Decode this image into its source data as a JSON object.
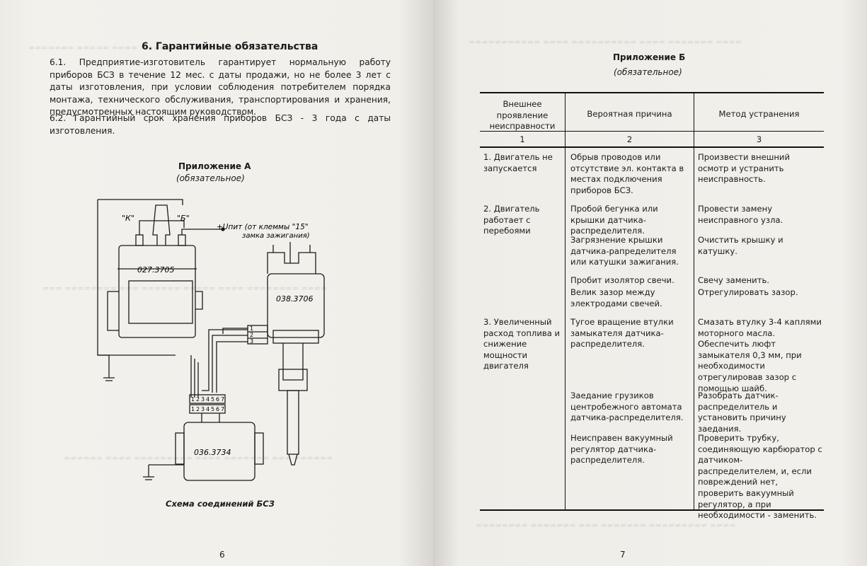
{
  "left_page": {
    "section_title": "6. Гарантийные обязательства",
    "paragraphs": [
      "6.1. Предприятие-изготовитель гарантирует нормальную работу приборов БСЗ в течение 12 мес. с даты продажи, но не более 3 лет с даты изготовления, при условии соблюдения потребителем порядка монтажа, технического обслуживания, транспортирования и хранения, предусмотренных настоящим руководством.",
      "6.2. Гарантийный срок хранения приборов БСЗ - 3 года с даты изготовления."
    ],
    "appendix_title": "Приложение А",
    "appendix_subtitle": "(обязательное)",
    "diagram": {
      "coil_label": "027.3705",
      "distributor_label": "038.3706",
      "switch_label": "036.3734",
      "terminal_k": "\"К\"",
      "terminal_b": "\"Б\"",
      "power_label": "+Uпит (от клеммы \"15\"",
      "power_label2": "замка зажигания)",
      "pins_top": [
        "1",
        "2",
        "3"
      ],
      "pins_bottom": [
        "1",
        "2",
        "3",
        "4",
        "5",
        "6",
        "7"
      ]
    },
    "caption": "Схема соединений БСЗ",
    "page_number": "6"
  },
  "right_page": {
    "appendix_title": "Приложение Б",
    "appendix_subtitle": "(обязательное)",
    "table": {
      "headers": [
        "Внешнее проявление неисправности",
        "Вероятная причина",
        "Метод устранения"
      ],
      "column_numbers": [
        "1",
        "2",
        "3"
      ],
      "rows": [
        {
          "symptom": "1. Двигатель не запускается",
          "cause": "Обрыв проводов или отсутствие эл. контакта в местах подключения приборов БСЗ.",
          "remedy": "Произвести внешний осмотр и устранить неисправность."
        },
        {
          "symptom": "2. Двигатель работает с перебоями",
          "cause": "Пробой бегунка или крышки датчика-распределителя.",
          "remedy": "Провести замену неисправного узла."
        },
        {
          "symptom": "",
          "cause": "Загрязнение крышки датчика-рапределителя или катушки зажигания.",
          "remedy": "Очистить крышку и катушку."
        },
        {
          "symptom": "",
          "cause": "Пробит изолятор свечи.",
          "remedy": "Свечу заменить."
        },
        {
          "symptom": "",
          "cause": "Велик зазор между электродами свечей.",
          "remedy": "Отрегулировать зазор."
        },
        {
          "symptom": "3. Увеличенный расход топлива и снижение мощности двигателя",
          "cause": "Тугое вращение втулки замыкателя датчика-распределителя.",
          "remedy": "Смазать втулку 3-4 каплями моторного масла. Обеспечить люфт замыкателя 0,3 мм, при необходимости отрегулировав зазор с помощью шайб."
        },
        {
          "symptom": "",
          "cause": "Заедание грузиков центробежного автомата датчика-распределителя.",
          "remedy": "Разобрать датчик-распределитель и установить причину заедания."
        },
        {
          "symptom": "",
          "cause": "Неисправен вакуумный регулятор датчика-распределителя.",
          "remedy": "Проверить трубку, соединяющую карбюратор с датчиком-распределителем, и, если повреждений нет, проверить вакуумный регулятор, а при необходимости - заменить."
        }
      ]
    },
    "page_number": "7"
  }
}
